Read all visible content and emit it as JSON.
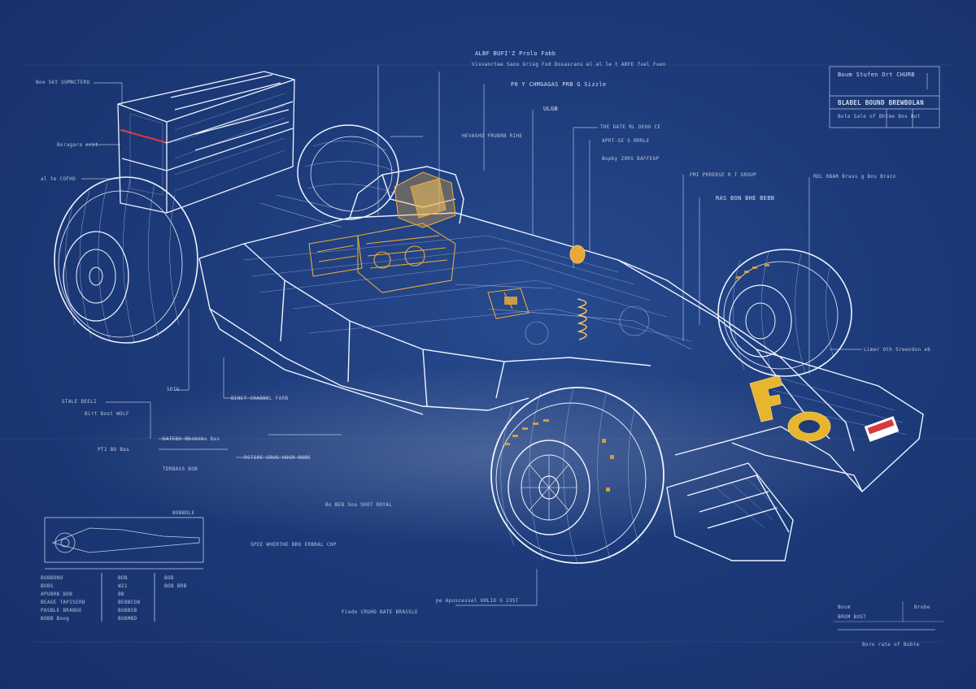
{
  "annotations": {
    "top_center_1": "ALBF BUFI'Z Prolo Fabb",
    "top_center_2": "Visvanrtae Sano Grisg Fxd Dosasrans el al le t ARFE fuel Fuen",
    "chem_label": "P0 Y CHMGAGAS PRB G Sizzle",
    "ugs": "ULGB",
    "heavy_label": "HEVASHO FRUBRB RIHE",
    "upper_right_1": "THE DATE RL DEHO CE",
    "upper_right_2": "APRT-SE S RRRLE",
    "upper_right_3": "Bopby 20RS BAFFEAP",
    "mid_right_1": "FMI PRRERSE R T GROUP",
    "mid_right_2": "RAS BON BHE BEBB",
    "far_right": "RDL RBAR Brass g Bos Brain",
    "right_wheel": "Limer Oth Sreendon eb",
    "top_left_tag": "Boe Skt GUMNCTERO",
    "rear_wing_note": "Boragara crit",
    "left_label": "al te COFHO",
    "lower_left_1": "STALE BEELI",
    "lower_left_2": "Birt Bost WOLF",
    "lower_left_3": "PT1 BO Bas",
    "lower_left_4": "TDRBASS BOB",
    "under_1": "SDIG",
    "under_2": "BINET CRABBOL FARB",
    "under_3": "DATEBS Bbibibe Bes",
    "under_4": "RSTSRE SRUG HOSR BOBS",
    "center_low": "Bo BEB Soa SHOT ROYAL",
    "brake_label": "SPEE WHERTHE BRO ERBRAL CHP",
    "bottom_center": "pe Apuscessel UHLIO G 23ST",
    "bottom_center_2": "Fiedo CRUHO BATE BRASSLE",
    "tb_title": "Boum Stufen Ort CHURB",
    "tb_header": "BLABEL BOUND BREWBOLAN",
    "tb_sub": "Bole Sale of Bhtme Bos Bot",
    "inset_label": "BOBBDLE",
    "spec_col1": [
      "BOBBONO",
      "BOBS",
      "APUBRB BOB",
      "BEAGE TAPISERB",
      "PASBLE BRANGE",
      "BOBB Boog"
    ],
    "spec_col2": [
      "BOB",
      "W21",
      "BB",
      "BEBBCOB",
      "BOBBSB",
      "BOBMBD"
    ],
    "spec_col3": [
      "BOB",
      "BOB BRB"
    ],
    "br_1": "Boum",
    "br_2": "BROM BUST",
    "br_3": "Brobe",
    "br_foot": "Boro rate of Bobte"
  },
  "colors": {
    "background": "#1d3b7a",
    "line": "#e6eeff",
    "accent_yellow": "#e8a93a",
    "accent_red": "#d73a3a"
  }
}
